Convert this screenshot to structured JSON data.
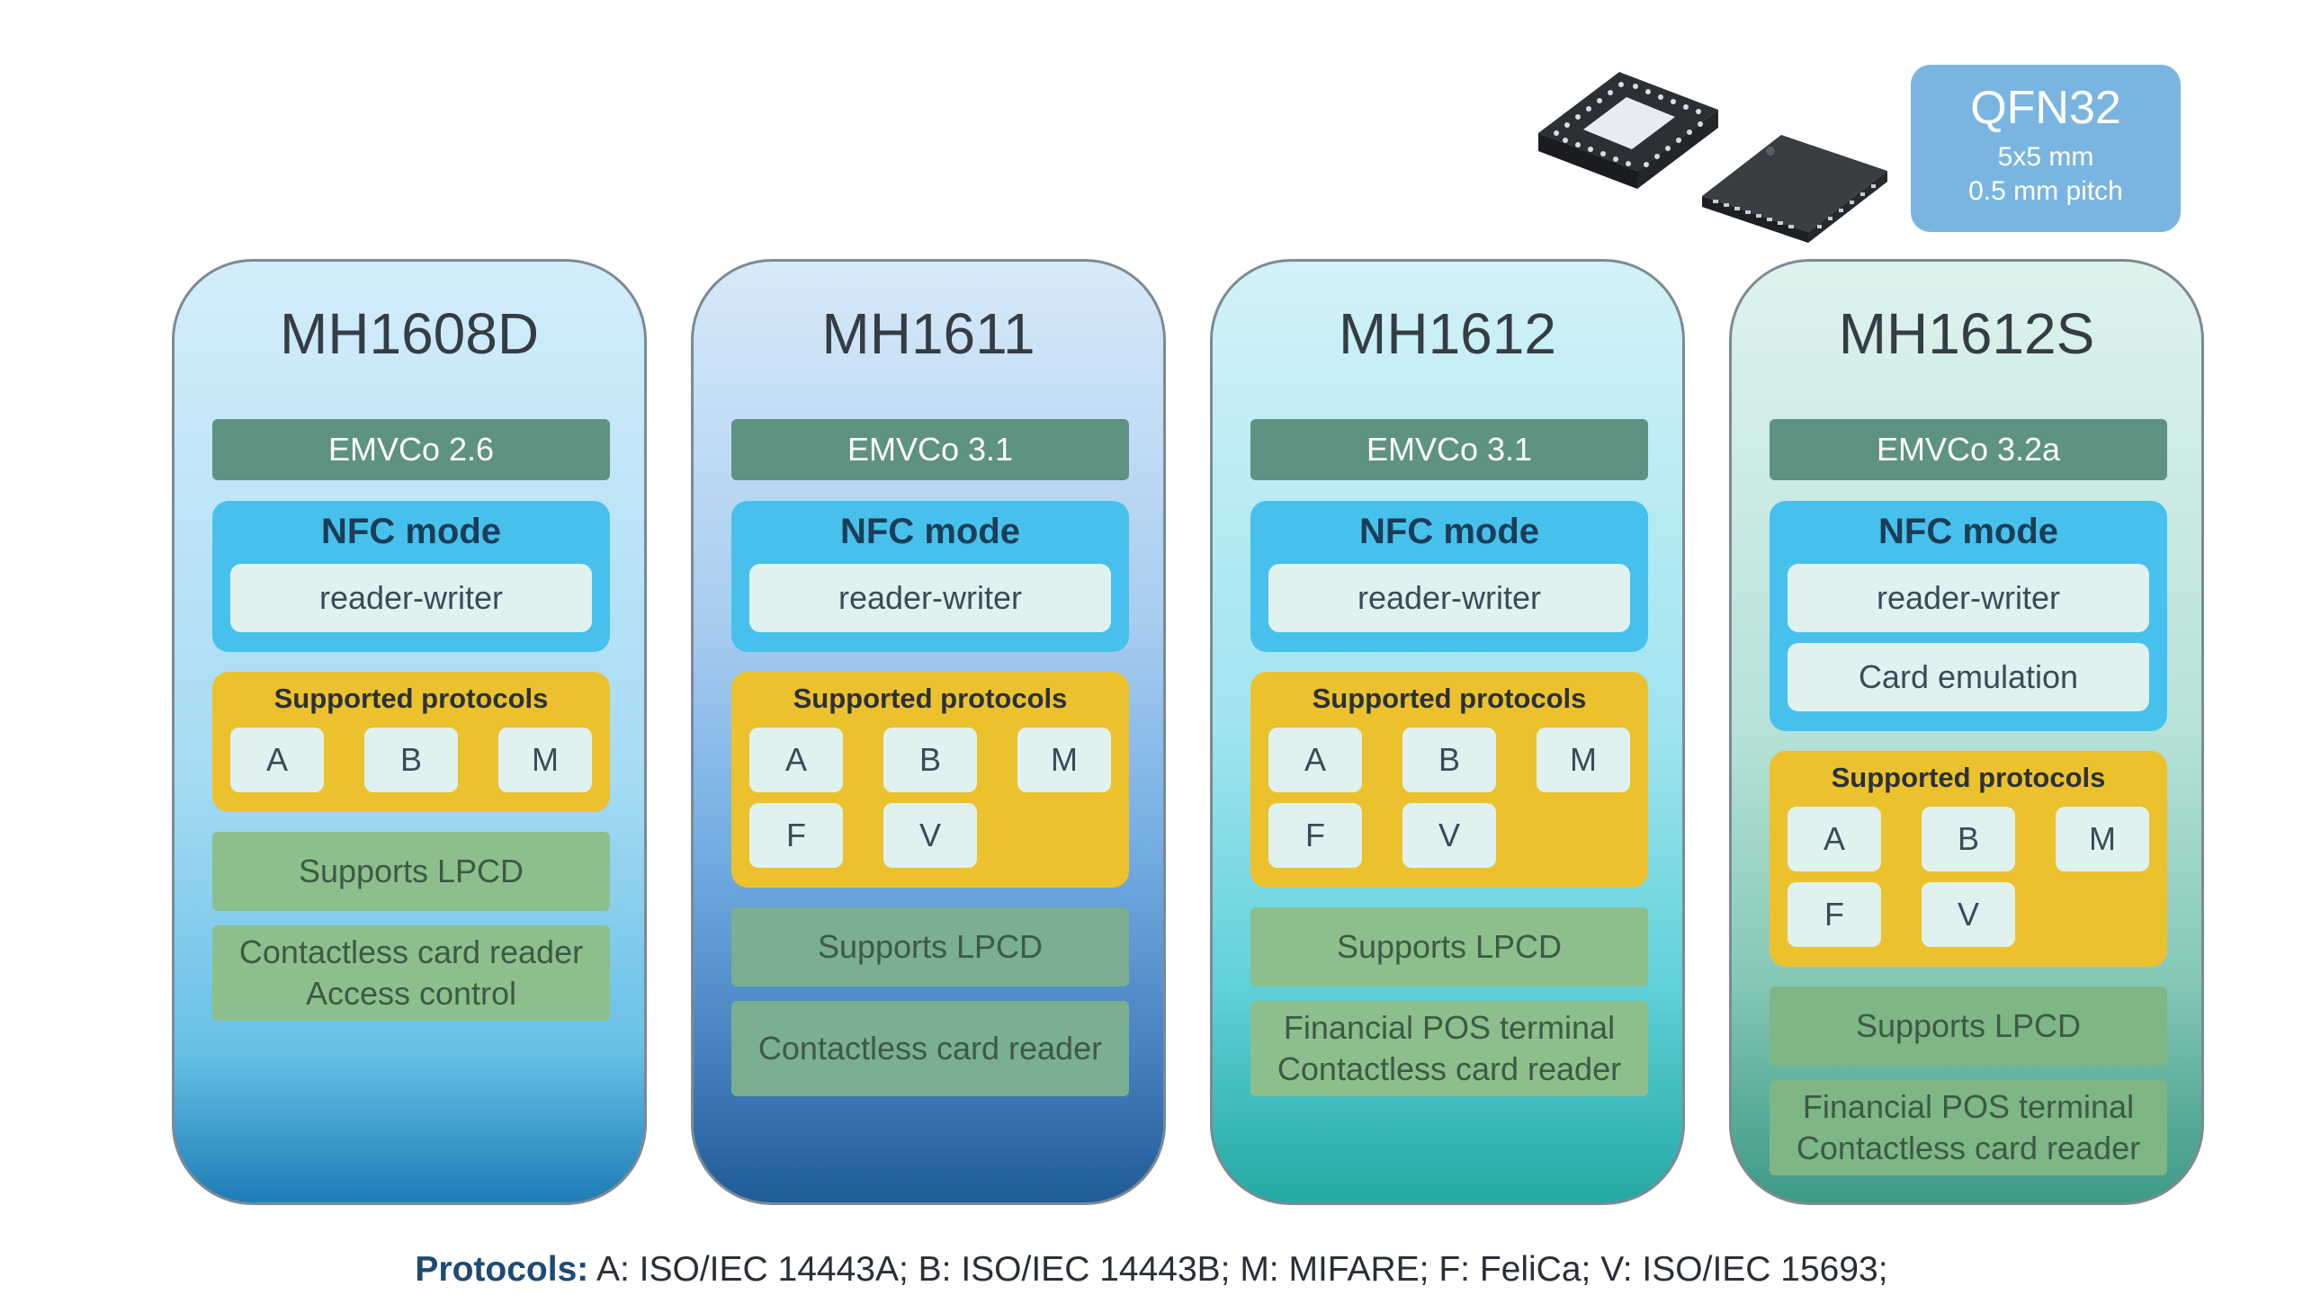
{
  "package": {
    "name": "QFN32",
    "size": "5x5 mm",
    "pitch": "0.5 mm pitch"
  },
  "products": [
    {
      "name": "MH1608D",
      "emvco": "EMVCo 2.6",
      "nfc_title": "NFC mode",
      "nfc_modes": [
        "reader-writer"
      ],
      "protocols_title": "Supported protocols",
      "protocols": [
        "A",
        "B",
        "M"
      ],
      "lpcd": "Supports LPCD",
      "applications": [
        "Contactless card reader",
        "Access control"
      ]
    },
    {
      "name": "MH1611",
      "emvco": "EMVCo 3.1",
      "nfc_title": "NFC mode",
      "nfc_modes": [
        "reader-writer"
      ],
      "protocols_title": "Supported protocols",
      "protocols": [
        "A",
        "B",
        "M",
        "F",
        "V"
      ],
      "lpcd": "Supports LPCD",
      "applications": [
        "Contactless card reader"
      ]
    },
    {
      "name": "MH1612",
      "emvco": "EMVCo 3.1",
      "nfc_title": "NFC mode",
      "nfc_modes": [
        "reader-writer"
      ],
      "protocols_title": "Supported protocols",
      "protocols": [
        "A",
        "B",
        "M",
        "F",
        "V"
      ],
      "lpcd": "Supports LPCD",
      "applications": [
        "Financial POS terminal",
        "Contactless card reader"
      ]
    },
    {
      "name": "MH1612S",
      "emvco": "EMVCo 3.2a",
      "nfc_title": "NFC mode",
      "nfc_modes": [
        "reader-writer",
        "Card emulation"
      ],
      "protocols_title": "Supported protocols",
      "protocols": [
        "A",
        "B",
        "M",
        "F",
        "V"
      ],
      "lpcd": "Supports LPCD",
      "applications": [
        "Financial POS terminal",
        "Contactless card reader"
      ]
    }
  ],
  "legend": {
    "label": "Protocols:",
    "text": "A: ISO/IEC 14443A; B: ISO/IEC 14443B; M: MIFARE; F: FeliCa; V: ISO/IEC 15693;"
  }
}
